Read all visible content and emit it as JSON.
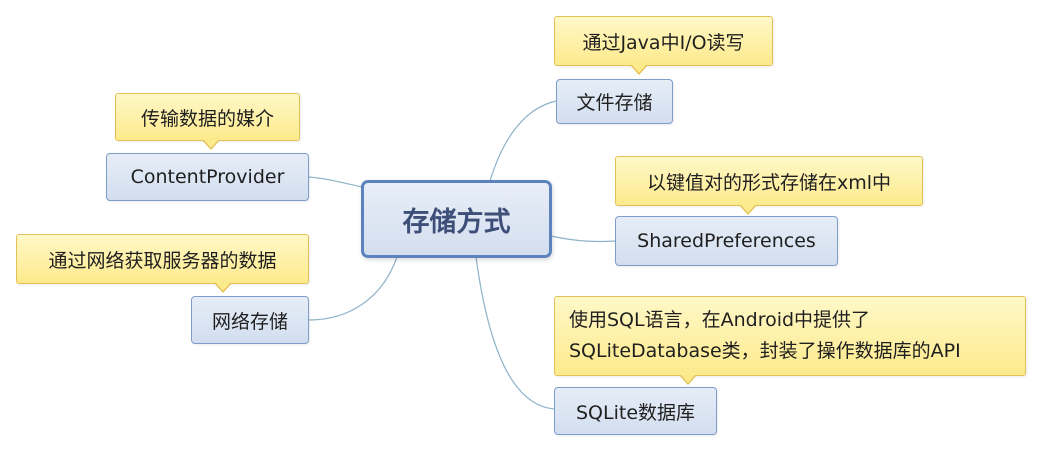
{
  "root": {
    "label": "存储方式"
  },
  "branches": {
    "file_storage": {
      "label": "文件存储",
      "note": "通过Java中I/O读写"
    },
    "shared_preferences": {
      "label": "SharedPreferences",
      "note": "以键值对的形式存储在xml中"
    },
    "sqlite": {
      "label": "SQLite数据库",
      "note_lines": [
        "使用SQL语言，在Android中提供了",
        "SQLiteDatabase类，封装了操作数据库的API"
      ]
    },
    "content_provider": {
      "label": "ContentProvider",
      "note": "传输数据的媒介"
    },
    "network_storage": {
      "label": "网络存储",
      "note": "通过网络获取服务器的数据"
    }
  },
  "colors": {
    "node_fill": "#d2deef",
    "node_border": "#7f9dc9",
    "root_border": "#5d83bf",
    "root_text": "#3d4f78",
    "note_fill": "#fdea8c",
    "note_border": "#e2c256",
    "connector": "#8fb3c7"
  }
}
